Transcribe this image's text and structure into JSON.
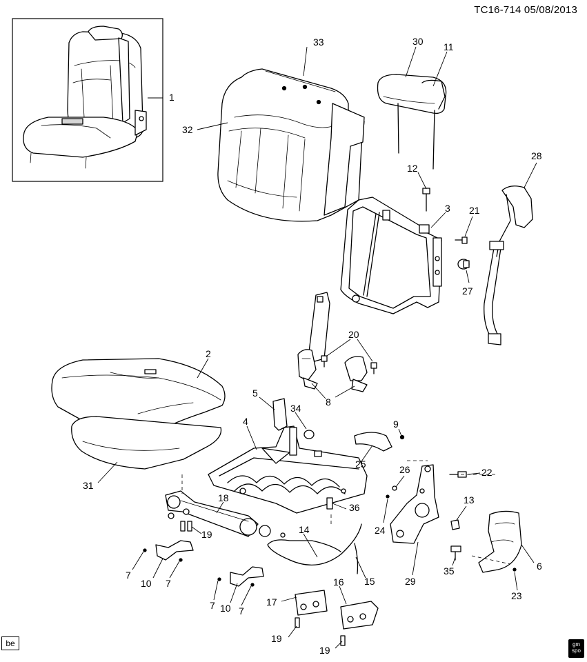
{
  "header": {
    "code": "TC16-714",
    "date": "05/08/2013"
  },
  "corner_tag": "be",
  "logo_text": [
    "gm",
    "spo"
  ],
  "callouts": [
    {
      "id": "c1",
      "label": "1"
    },
    {
      "id": "c2",
      "label": "2"
    },
    {
      "id": "c3",
      "label": "3"
    },
    {
      "id": "c4",
      "label": "4"
    },
    {
      "id": "c5",
      "label": "5"
    },
    {
      "id": "c6",
      "label": "6"
    },
    {
      "id": "c7a",
      "label": "7"
    },
    {
      "id": "c7b",
      "label": "7"
    },
    {
      "id": "c7c",
      "label": "7"
    },
    {
      "id": "c7d",
      "label": "7"
    },
    {
      "id": "c8",
      "label": "8"
    },
    {
      "id": "c9",
      "label": "9"
    },
    {
      "id": "c10a",
      "label": "10"
    },
    {
      "id": "c10b",
      "label": "10"
    },
    {
      "id": "c11",
      "label": "11"
    },
    {
      "id": "c12",
      "label": "12"
    },
    {
      "id": "c13",
      "label": "13"
    },
    {
      "id": "c14",
      "label": "14"
    },
    {
      "id": "c15",
      "label": "15"
    },
    {
      "id": "c16",
      "label": "16"
    },
    {
      "id": "c17",
      "label": "17"
    },
    {
      "id": "c18",
      "label": "18"
    },
    {
      "id": "c19a",
      "label": "19"
    },
    {
      "id": "c19b",
      "label": "19"
    },
    {
      "id": "c19c",
      "label": "19"
    },
    {
      "id": "c20",
      "label": "20"
    },
    {
      "id": "c21",
      "label": "21"
    },
    {
      "id": "c22",
      "label": "22"
    },
    {
      "id": "c23",
      "label": "23"
    },
    {
      "id": "c24",
      "label": "24"
    },
    {
      "id": "c25",
      "label": "25"
    },
    {
      "id": "c26",
      "label": "26"
    },
    {
      "id": "c27",
      "label": "27"
    },
    {
      "id": "c28",
      "label": "28"
    },
    {
      "id": "c29",
      "label": "29"
    },
    {
      "id": "c30",
      "label": "30"
    },
    {
      "id": "c31",
      "label": "31"
    },
    {
      "id": "c32",
      "label": "32"
    },
    {
      "id": "c33",
      "label": "33"
    },
    {
      "id": "c34",
      "label": "34"
    },
    {
      "id": "c35",
      "label": "35"
    },
    {
      "id": "c36",
      "label": "36"
    }
  ]
}
